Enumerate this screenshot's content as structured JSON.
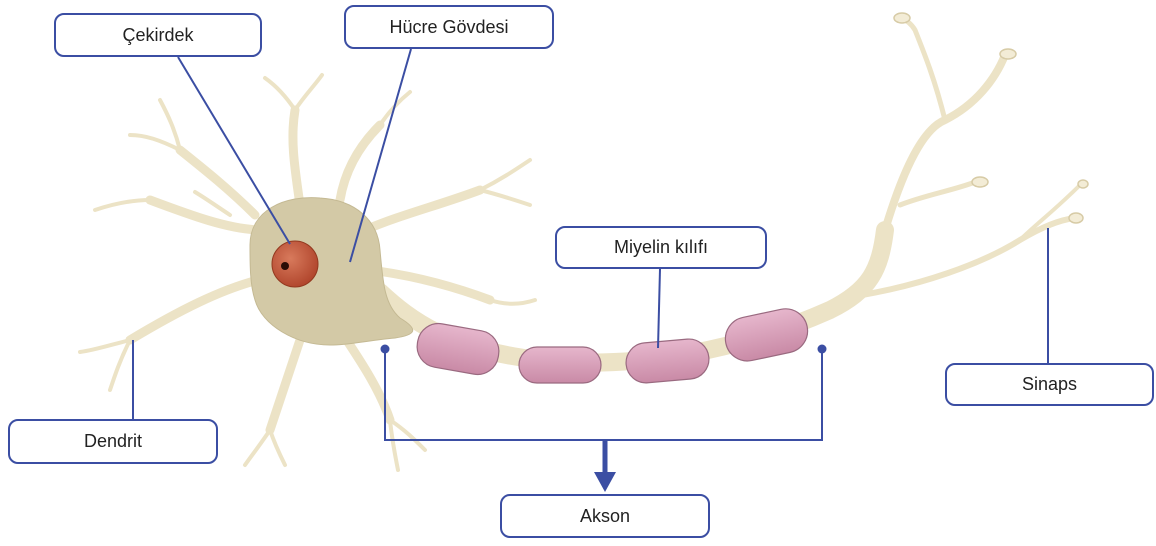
{
  "labels": {
    "nucleus": "Çekirdek",
    "cell_body": "Hücre Gövdesi",
    "myelin": "Miyelin kılıfı",
    "synapse": "Sinaps",
    "dendrite": "Dendrit",
    "axon": "Akson"
  },
  "colors": {
    "neuron_fill": "#ece3c6",
    "neuron_body": "#d3c9a6",
    "neuron_stroke": "#d7cba6",
    "myelin_fill": "#d79fba",
    "myelin_stroke": "#9a6a80",
    "nucleus_fill": "#c1573c",
    "leader_line": "#3b4ea3",
    "label_border": "#3b4ea3"
  }
}
